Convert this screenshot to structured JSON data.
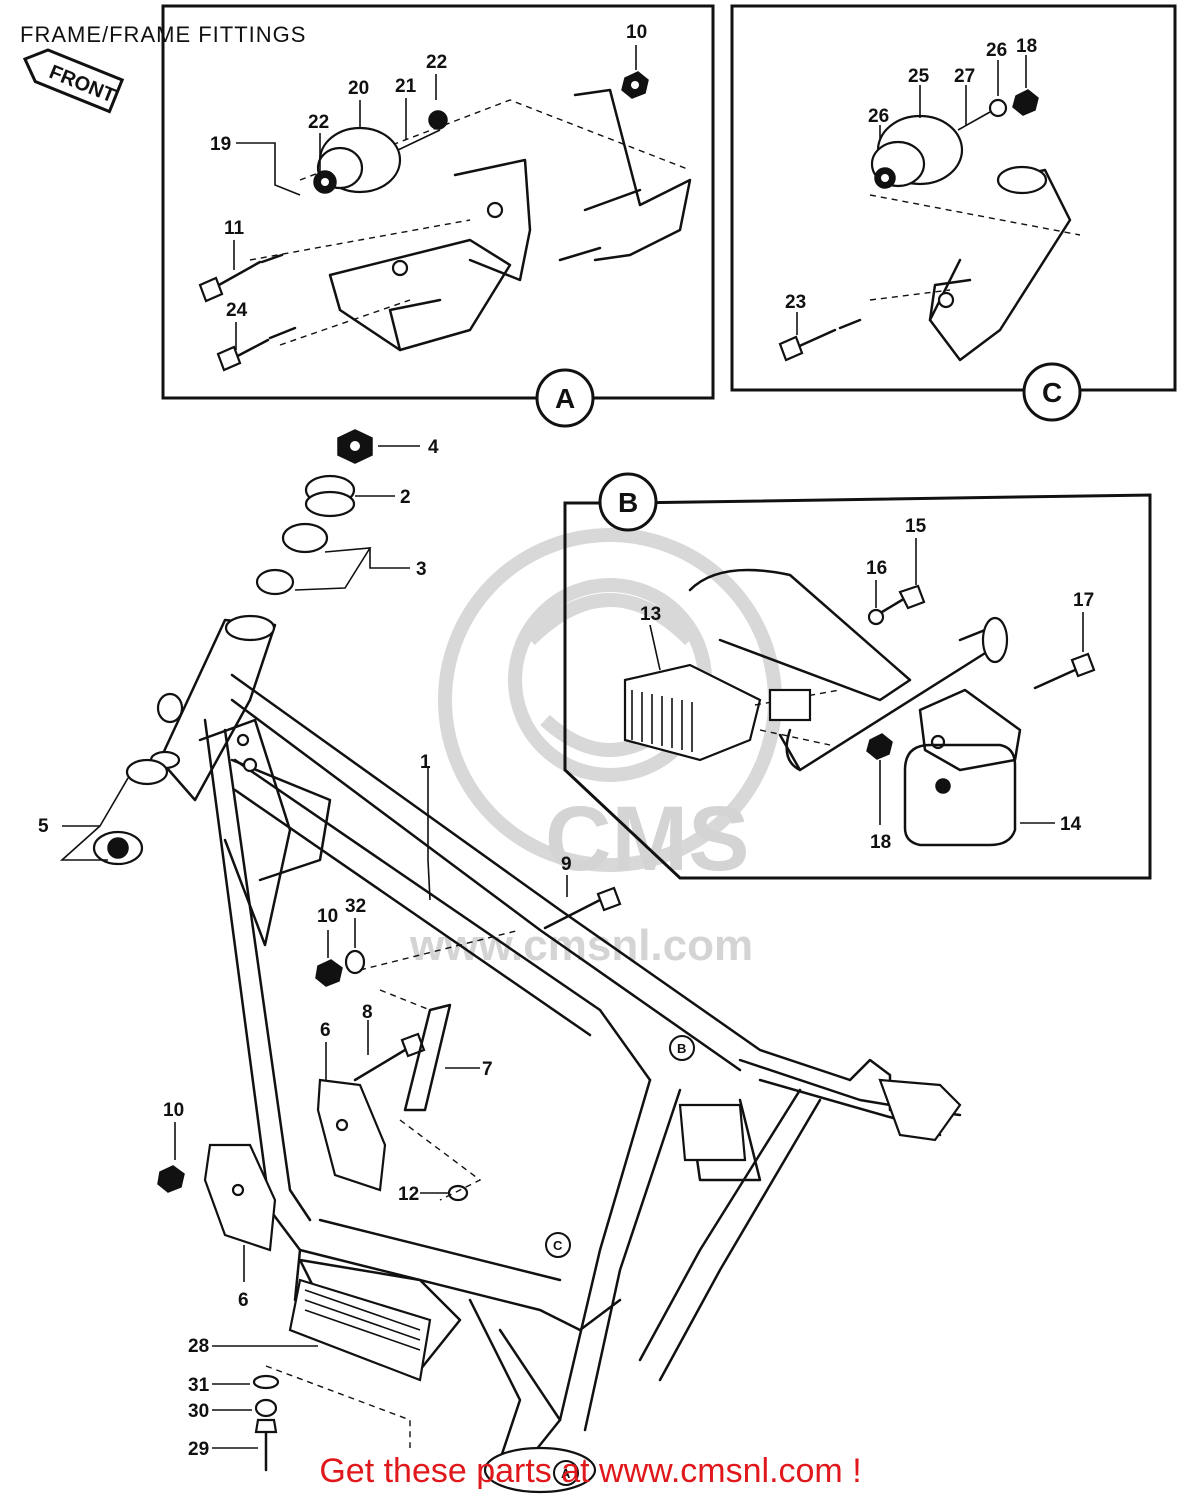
{
  "title": "FRAME/FRAME FITTINGS",
  "front_tag": "FRONT",
  "footer": "Get these parts at www.cmsnl.com !",
  "watermark": {
    "brand": "CMS",
    "url": "www.cmsnl.com"
  },
  "insets": [
    {
      "id": "A",
      "label": "A"
    },
    {
      "id": "C",
      "label": "C"
    },
    {
      "id": "B",
      "label": "B"
    }
  ],
  "frame_refs": [
    "B",
    "C",
    "A"
  ],
  "callouts": {
    "inset_a": [
      "10",
      "22",
      "20",
      "21",
      "19",
      "22",
      "11",
      "24"
    ],
    "inset_c": [
      "26",
      "18",
      "25",
      "27",
      "26",
      "23"
    ],
    "inset_b": [
      "15",
      "16",
      "17",
      "13",
      "18",
      "14"
    ],
    "main": [
      "4",
      "2",
      "3",
      "1",
      "5",
      "9",
      "10",
      "32",
      "6",
      "8",
      "7",
      "10",
      "12",
      "6",
      "28",
      "31",
      "30",
      "29"
    ]
  },
  "colors": {
    "footer": "#e0171b",
    "line": "#111111",
    "watermark": "#d4d4d4"
  }
}
